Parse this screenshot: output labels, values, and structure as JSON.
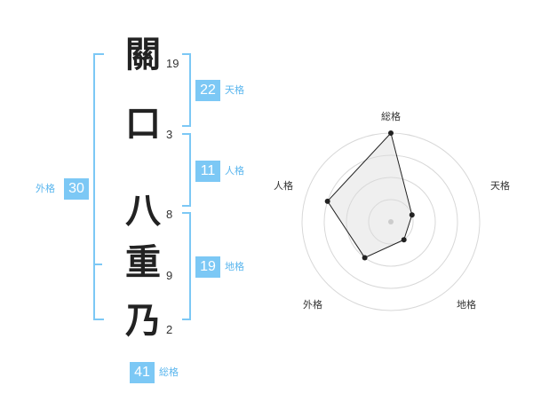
{
  "name": {
    "chars": [
      {
        "char": "關",
        "strokes": "19"
      },
      {
        "char": "口",
        "strokes": "3"
      },
      {
        "char": "八",
        "strokes": "8"
      },
      {
        "char": "重",
        "strokes": "9"
      },
      {
        "char": "乃",
        "strokes": "2"
      }
    ]
  },
  "fortune": {
    "tenkaku": {
      "value": "22",
      "label": "天格"
    },
    "jinkaku": {
      "value": "11",
      "label": "人格"
    },
    "chikaku": {
      "value": "19",
      "label": "地格"
    },
    "gaikaku": {
      "value": "30",
      "label": "外格"
    },
    "soukaku": {
      "value": "41",
      "label": "総格"
    }
  },
  "colors": {
    "accent": "#7cc8f5",
    "label": "#5ab6ee"
  },
  "chart_data": {
    "type": "radar",
    "axes": [
      "総格",
      "天格",
      "地格",
      "外格",
      "人格"
    ],
    "levels": 4,
    "values": [
      4,
      1,
      1,
      2,
      3
    ],
    "max": 4
  }
}
